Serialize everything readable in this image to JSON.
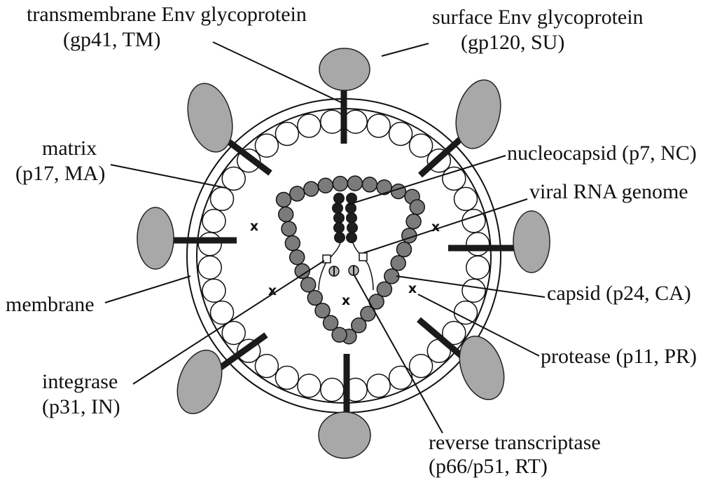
{
  "diagram": {
    "labels": {
      "transmembrane_env": {
        "line1": "transmembrane Env glycoprotein",
        "line2": "(gp41, TM)"
      },
      "surface_env": {
        "line1": "surface Env glycoprotein",
        "line2": "(gp120, SU)"
      },
      "matrix": {
        "line1": "matrix",
        "line2": "(p17, MA)"
      },
      "nucleocapsid": "nucleocapsid (p7, NC)",
      "viral_rna_genome": "viral RNA genome",
      "membrane": "membrane",
      "capsid": "capsid (p24, CA)",
      "protease": "protease (p11, PR)",
      "integrase": {
        "line1": "integrase",
        "line2": "(p31, IN)"
      },
      "reverse_transcriptase": {
        "line1": "reverse transcriptase",
        "line2": "(p66/p51, RT)"
      }
    },
    "protease_marker": "x",
    "colors": {
      "background": "#ffffff",
      "line": "#111111",
      "surface_glycoprotein_fill": "#a8a8a8",
      "capsid_fill": "#7b7b7b",
      "nucleocapsid_fill": "#1e1e1e",
      "matrix_fill": "#ffffff",
      "reverse_transcriptase_fill": "#b4b4b4"
    }
  }
}
